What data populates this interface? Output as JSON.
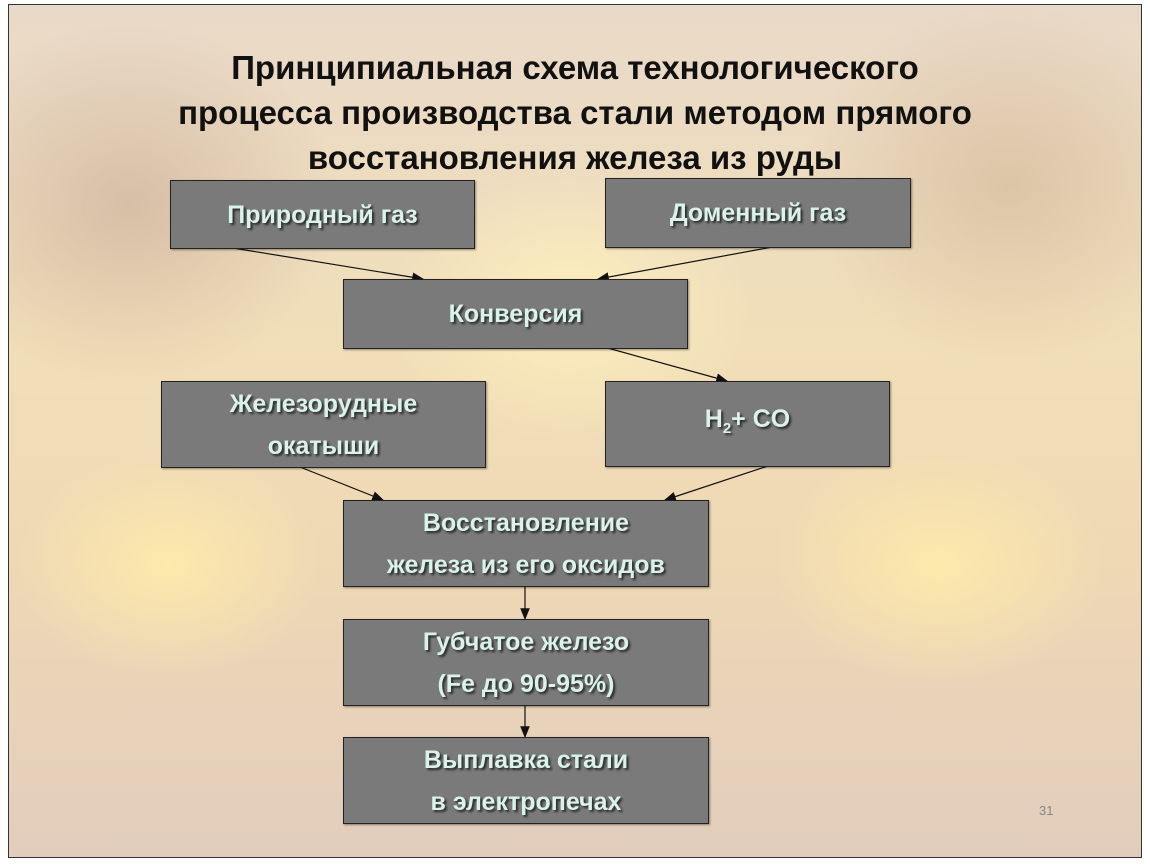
{
  "title": [
    "Принципиальная схема технологического",
    "процесса производства стали методом прямого",
    "восстановления железа из руды"
  ],
  "boxes": {
    "natural_gas": "Природный газ",
    "blast_furnace_gas": "Доменный газ",
    "conversion": "Конверсия",
    "iron_pellets": [
      "Железорудные",
      "окатыши"
    ],
    "h2co": {
      "h": "H",
      "sub": "2",
      "rest": "+ CO"
    },
    "reduction": [
      "Восстановление",
      "железа из его оксидов"
    ],
    "sponge_iron": [
      "Губчатое железо",
      "(Fe до 90-95%)"
    ],
    "steel_melting": [
      "Выплавка стали",
      "в электропечах"
    ]
  },
  "page_number": "31",
  "colors": {
    "box": "#7a7a7a",
    "box_text": "#d9f2ea"
  }
}
